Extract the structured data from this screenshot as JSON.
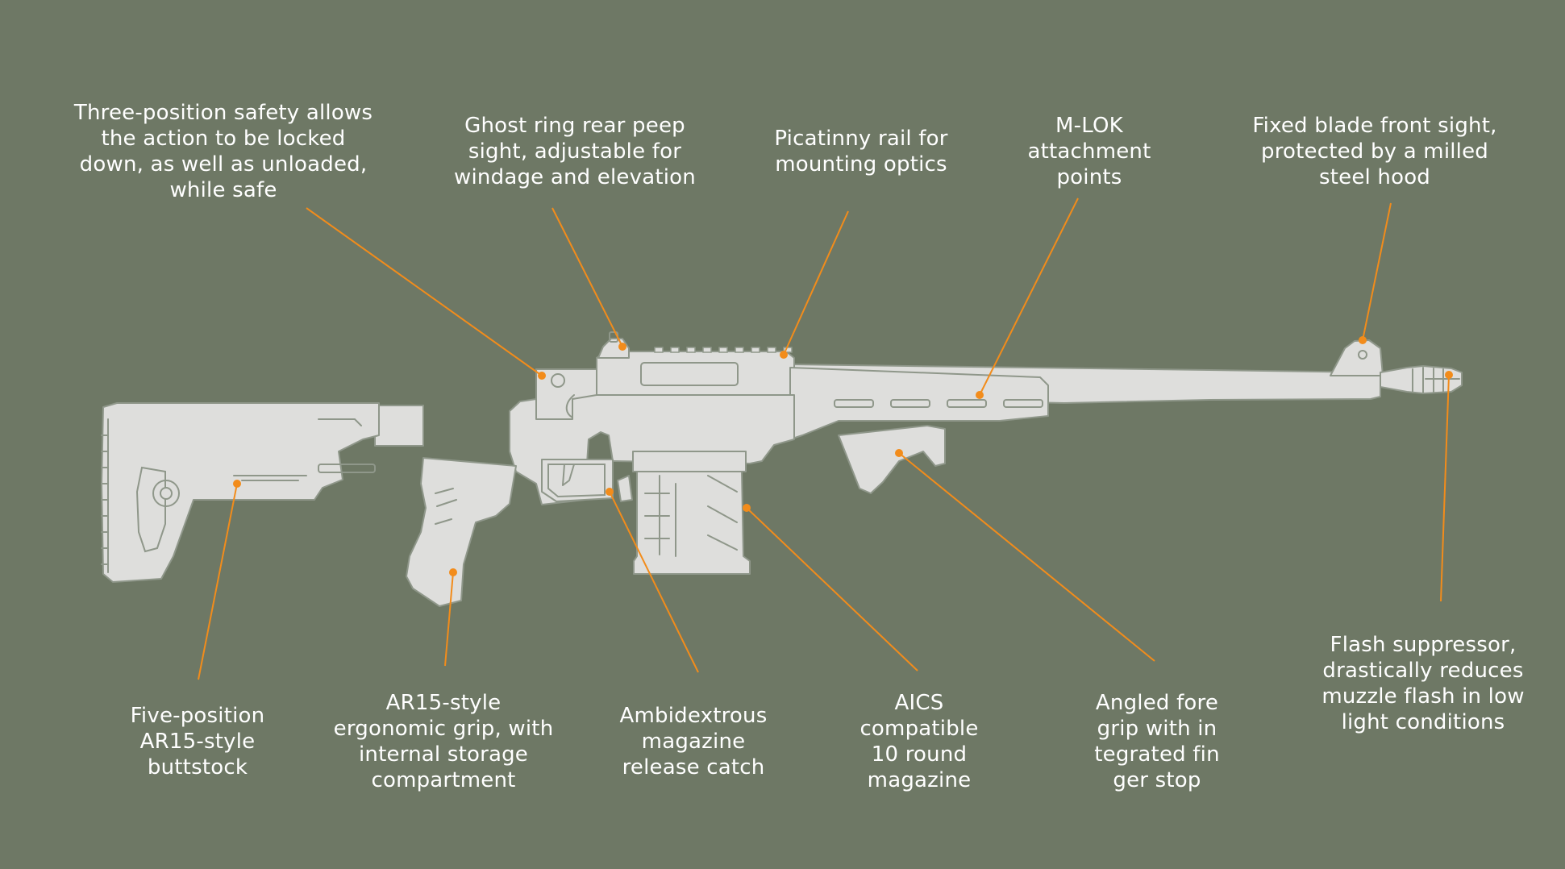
{
  "colors": {
    "background": "#6e7865",
    "rifle_fill": "#dededc",
    "rifle_outline": "#8f978a",
    "rifle_detail": "#b9bcb5",
    "leader_line": "#f28c1b",
    "text": "#ffffff"
  },
  "callouts": [
    {
      "id": "safety",
      "lines": [
        "Three-position safety allows",
        "the action to be locked",
        "down, as well as unloaded,",
        "while safe"
      ]
    },
    {
      "id": "rear-sight",
      "lines": [
        "Ghost ring rear peep",
        "sight, adjustable for",
        "windage and elevation"
      ]
    },
    {
      "id": "picatinny",
      "lines": [
        "Picatinny rail for",
        "mounting optics"
      ]
    },
    {
      "id": "mlok",
      "lines": [
        "M-LOK",
        "attachment",
        "points"
      ]
    },
    {
      "id": "front-sight",
      "lines": [
        "Fixed blade front sight,",
        "protected by a milled",
        "steel hood"
      ]
    },
    {
      "id": "flash-suppressor",
      "lines": [
        "Flash suppressor,",
        "drastically reduces",
        "muzzle flash in low",
        "light conditions"
      ]
    },
    {
      "id": "buttstock",
      "lines": [
        "Five-position",
        "AR15-style",
        "buttstock"
      ]
    },
    {
      "id": "grip",
      "lines": [
        "AR15-style",
        "ergonomic grip, with",
        "internal storage",
        "compartment"
      ]
    },
    {
      "id": "mag-release",
      "lines": [
        "Ambidextrous",
        "magazine",
        "release catch"
      ]
    },
    {
      "id": "magazine",
      "lines": [
        "AICS",
        "compatible",
        "10 round",
        "magazine"
      ]
    },
    {
      "id": "fore-grip",
      "lines": [
        "Angled fore",
        "grip with in",
        "tegrated fin",
        "ger stop"
      ]
    }
  ]
}
